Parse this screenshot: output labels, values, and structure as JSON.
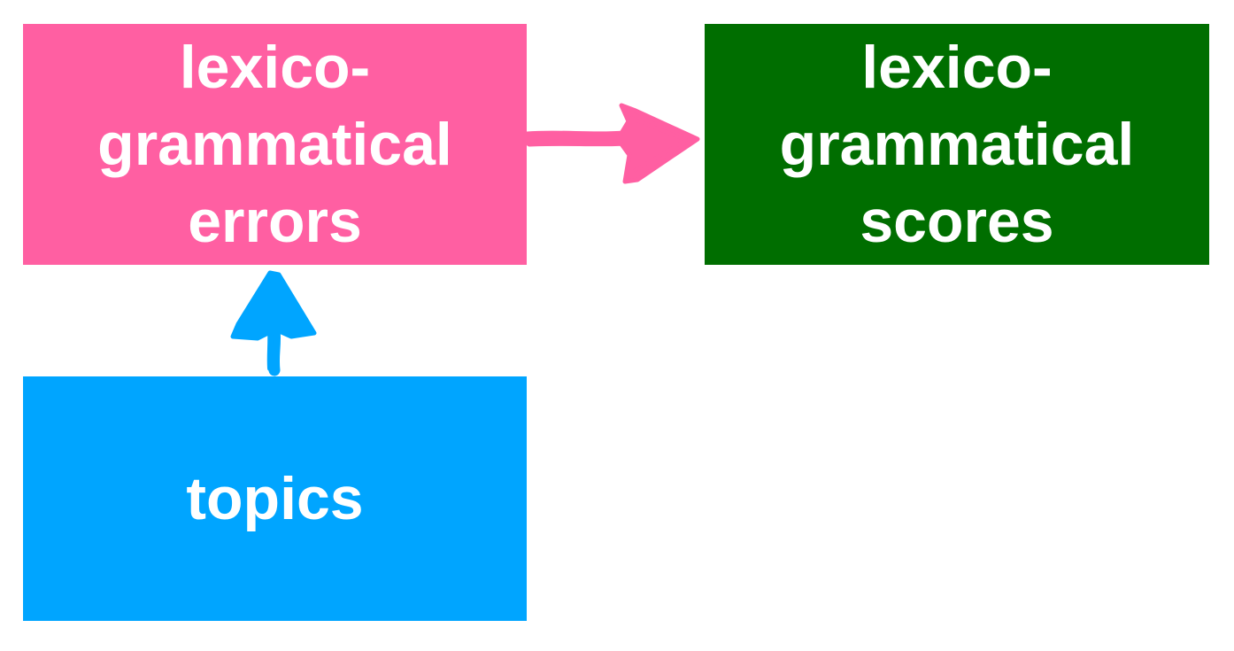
{
  "colors": {
    "errors_box": "#ff5fa2",
    "scores_box": "#006e00",
    "topics_box": "#00a5ff",
    "arrow_errors_to_scores": "#ff5fa2",
    "arrow_topics_to_errors": "#00a5ff",
    "text": "#ffffff"
  },
  "nodes": {
    "errors": {
      "lines": [
        "lexico-",
        "grammatical",
        "errors"
      ]
    },
    "scores": {
      "lines": [
        "lexico-",
        "grammatical",
        "scores"
      ]
    },
    "topics": {
      "lines": [
        "topics"
      ]
    }
  },
  "edges": [
    {
      "from": "errors",
      "to": "scores",
      "icon": "arrow-right-icon"
    },
    {
      "from": "topics",
      "to": "errors",
      "icon": "arrow-up-icon"
    }
  ]
}
